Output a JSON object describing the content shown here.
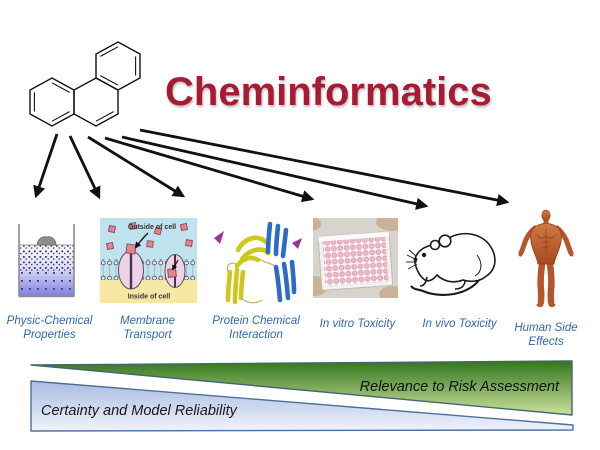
{
  "slide": {
    "title": "Cheminformatics",
    "colors": {
      "title_red": "#A81C33",
      "label_blue": "#3068B0",
      "arrow_black": "#111111",
      "wedge_green_dark": "#33761C",
      "wedge_green_light": "#CBE19E",
      "wedge_green_border": "#44666E",
      "wedge_blue_dark": "#A9BCE0",
      "wedge_blue_light": "#F0F3FB",
      "wedge_blue_border": "#4E6F9C"
    }
  },
  "items": [
    {
      "line1": "Physic-Chemical",
      "line2": "Properties"
    },
    {
      "line1": "Membrane",
      "line2": "Transport"
    },
    {
      "line1": "Protein Chemical",
      "line2": "Interaction"
    },
    {
      "line1": "In vitro Toxicity",
      "line2": ""
    },
    {
      "line1": "In vivo Toxicity",
      "line2": ""
    },
    {
      "line1": "Human Side",
      "line2": "Effects"
    }
  ],
  "membrane_diagram": {
    "outside_label": "Outside of cell",
    "inside_label": "Inside of cell"
  },
  "wedges": {
    "green_label": "Relevance to Risk Assessment",
    "blue_label": "Certainty and Model Reliability"
  }
}
